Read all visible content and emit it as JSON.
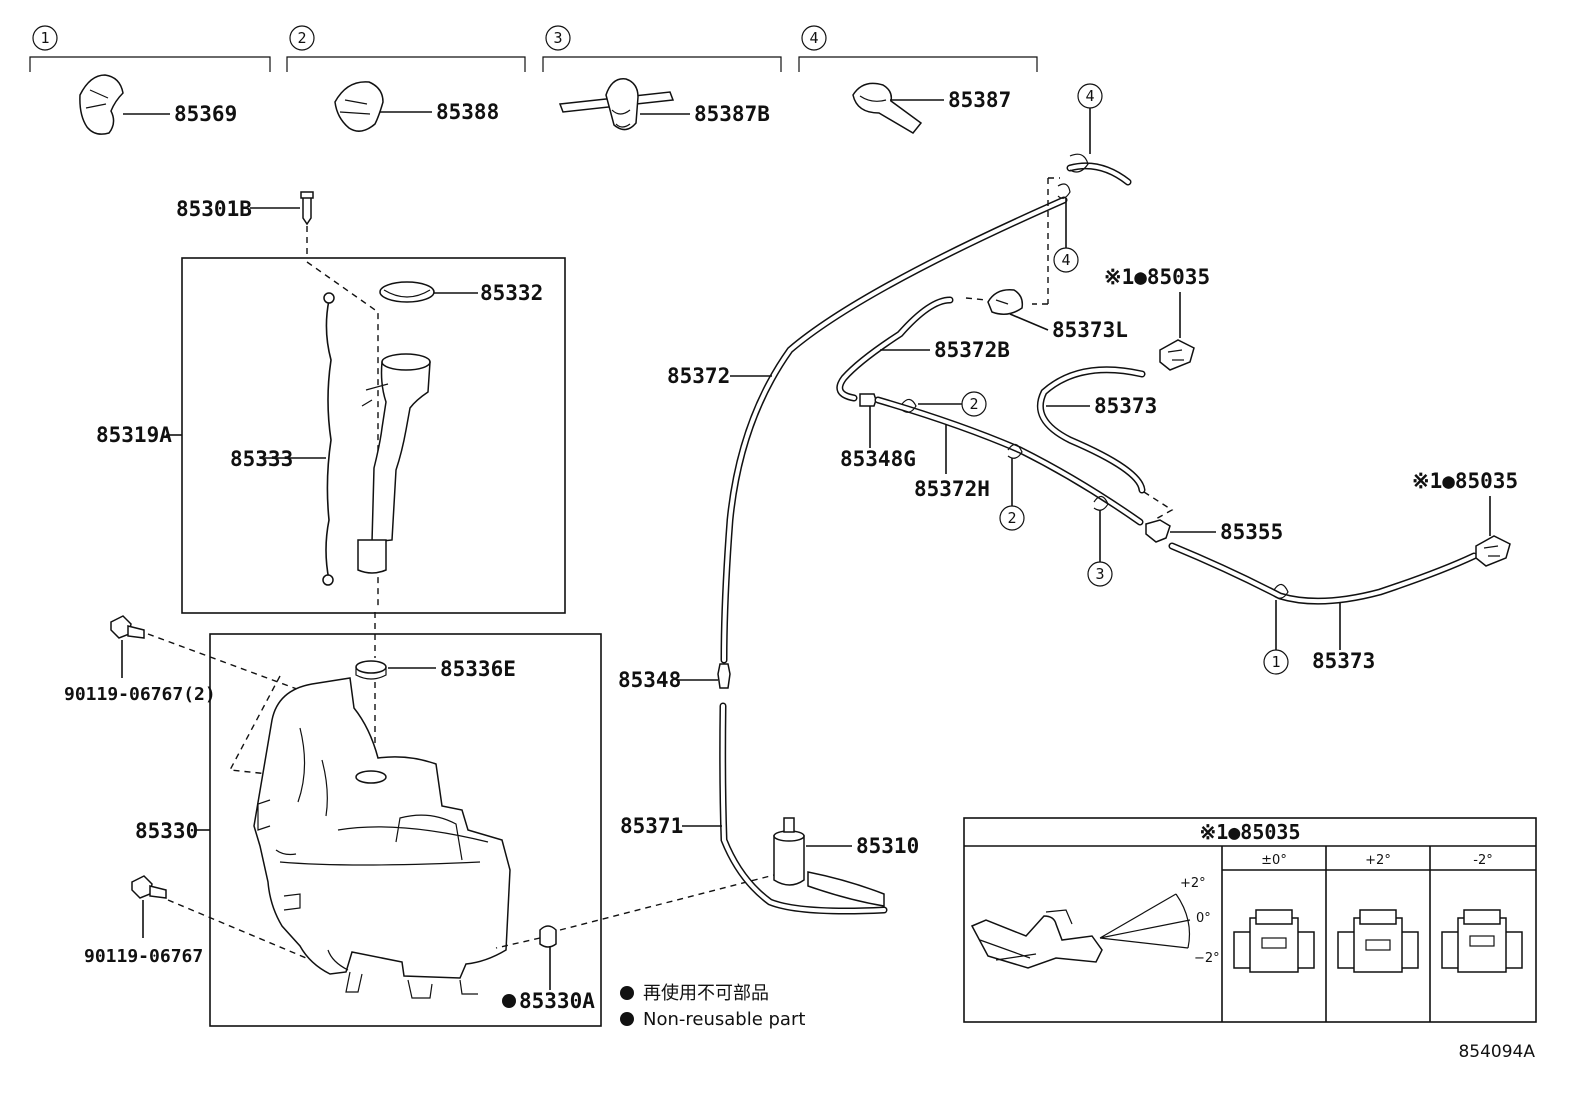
{
  "clip_groups": [
    {
      "num": "1",
      "part": "85369"
    },
    {
      "num": "2",
      "part": "85388"
    },
    {
      "num": "3",
      "part": "85387B"
    },
    {
      "num": "4",
      "part": "85387"
    }
  ],
  "part_labels": {
    "p85301B": "85301B",
    "p85332": "85332",
    "p85319A": "85319A",
    "p85333": "85333",
    "p90119a": "90119-06767(2)",
    "p85336E": "85336E",
    "p85330": "85330",
    "p90119b": "90119-06767",
    "p85330A": "85330A",
    "p85372": "85372",
    "p85348": "85348",
    "p85371": "85371",
    "p85310": "85310",
    "p85373L": "85373L",
    "p85372B": "85372B",
    "p85348G": "85348G",
    "p85372H": "85372H",
    "p85373a": "85373",
    "p85355": "85355",
    "p85373b": "85373",
    "p85035a": "※1●85035",
    "p85035b": "※1●85035"
  },
  "callouts": {
    "c4a": "4",
    "c4b": "4",
    "c2a": "2",
    "c2b": "2",
    "c3": "3",
    "c1": "1"
  },
  "legend": {
    "jp": "再使用不可部品",
    "en": "Non-reusable part"
  },
  "inset": {
    "title": "※1●85035",
    "cols": [
      "±0°",
      "+2°",
      "-2°"
    ],
    "angles": [
      "+2°",
      "0°",
      "−2°"
    ]
  },
  "figure_id": "854094A"
}
